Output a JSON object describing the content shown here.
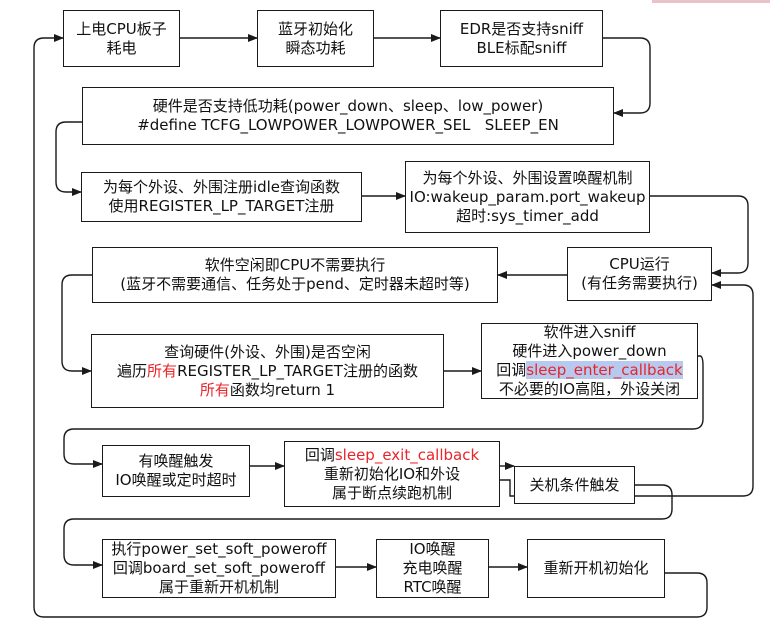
{
  "boxes": {
    "b1": [
      "上电CPU板子",
      "耗电"
    ],
    "b2": [
      "蓝牙初始化",
      "瞬态功耗"
    ],
    "b3": [
      "EDR是否支持sniff",
      "BLE标配sniff"
    ],
    "b4": [
      "硬件是否支持低功耗(power_down、sleep、low_power)",
      "#define TCFG_LOWPOWER_LOWPOWER_SEL   SLEEP_EN"
    ],
    "b5": [
      "为每个外设、外围注册idle查询函数",
      "使用REGISTER_LP_TARGET注册"
    ],
    "b6": [
      "为每个外设、外围设置唤醒机制",
      "IO:wakeup_param.port_wakeup",
      "超时:sys_timer_add"
    ],
    "b7": [
      "CPU运行",
      "(有任务需要执行)"
    ],
    "b8": [
      "软件空闲即CPU不需要执行",
      "(蓝牙不需要通信、任务处于pend、定时器未超时等)"
    ],
    "b9": {
      "l1": "查询硬件(外设、外围)是否空闲",
      "l2a": "遍历",
      "l2b": "所有",
      "l2c": "REGISTER_LP_TARGET注册的函数",
      "l3a": "所有",
      "l3b": "函数均return 1"
    },
    "b10": {
      "l1": "软件进入sniff",
      "l2": "硬件进入power_down",
      "l3a": "回调",
      "l3b": "sleep_enter_callback",
      "l4": "不必要的IO高阻，外设关闭"
    },
    "b11": [
      "有唤醒触发",
      "IO唤醒或定时超时"
    ],
    "b12": {
      "l1a": "回调",
      "l1b": "sleep_exit_callback",
      "l2": "重新初始化IO和外设",
      "l3": "属于断点续跑机制"
    },
    "b13": [
      "关机条件触发"
    ],
    "b14": [
      "执行power_set_soft_poweroff",
      "回调board_set_soft_poweroff",
      "属于重新开机机制"
    ],
    "b15": [
      "IO唤醒",
      "充电唤醒",
      "RTC唤醒"
    ],
    "b16": [
      "重新开机初始化"
    ]
  },
  "colors": {
    "line": "#1a1a1a",
    "highlight_text": "#e8252a",
    "highlight_bg": "#b7c9ee"
  }
}
